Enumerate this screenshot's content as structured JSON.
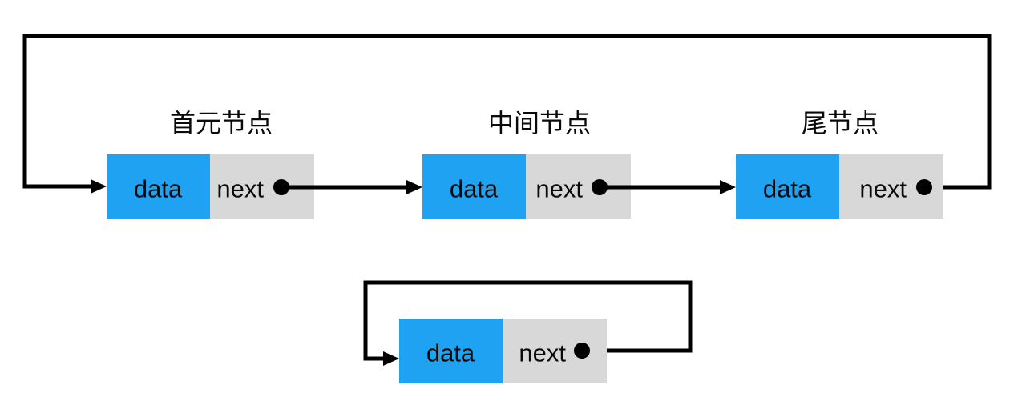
{
  "colors": {
    "data_cell": "#1FA2F2",
    "next_cell": "#D8D8D8",
    "line": "#000000",
    "text": "#0a0a0a"
  },
  "top_list": {
    "nodes": [
      {
        "title": "首元节点",
        "data": "data",
        "next": "next"
      },
      {
        "title": "中间节点",
        "data": "data",
        "next": "next"
      },
      {
        "title": "尾节点",
        "data": "data",
        "next": "next"
      }
    ]
  },
  "bottom_list": {
    "node": {
      "data": "data",
      "next": "next"
    }
  }
}
